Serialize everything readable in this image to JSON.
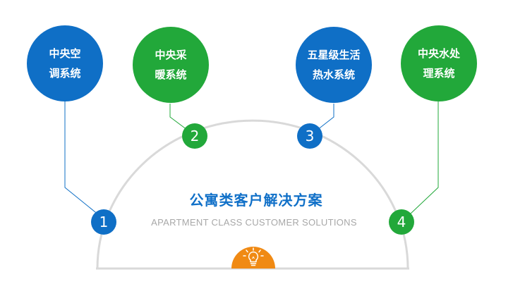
{
  "solutions": [
    {
      "line1": "中央空",
      "line2": "调系统",
      "number": "1",
      "color": "#0f6fc6"
    },
    {
      "line1": "中央采",
      "line2": "暖系统",
      "number": "2",
      "color": "#22a83a"
    },
    {
      "line1": "五星级生活",
      "line2": "热水系统",
      "number": "3",
      "color": "#0f6fc6"
    },
    {
      "line1": "中央水处",
      "line2": "理系统",
      "number": "4",
      "color": "#22a83a"
    }
  ],
  "center": {
    "title": "公寓类客户解决方案",
    "subtitle": "APARTMENT CLASS CUSTOMER SOLUTIONS",
    "icon": "lightbulb-icon",
    "icon_color": "#f08a14"
  },
  "colors": {
    "blue": "#0f6fc6",
    "green": "#22a83a",
    "arc": "#d9d9d9"
  }
}
